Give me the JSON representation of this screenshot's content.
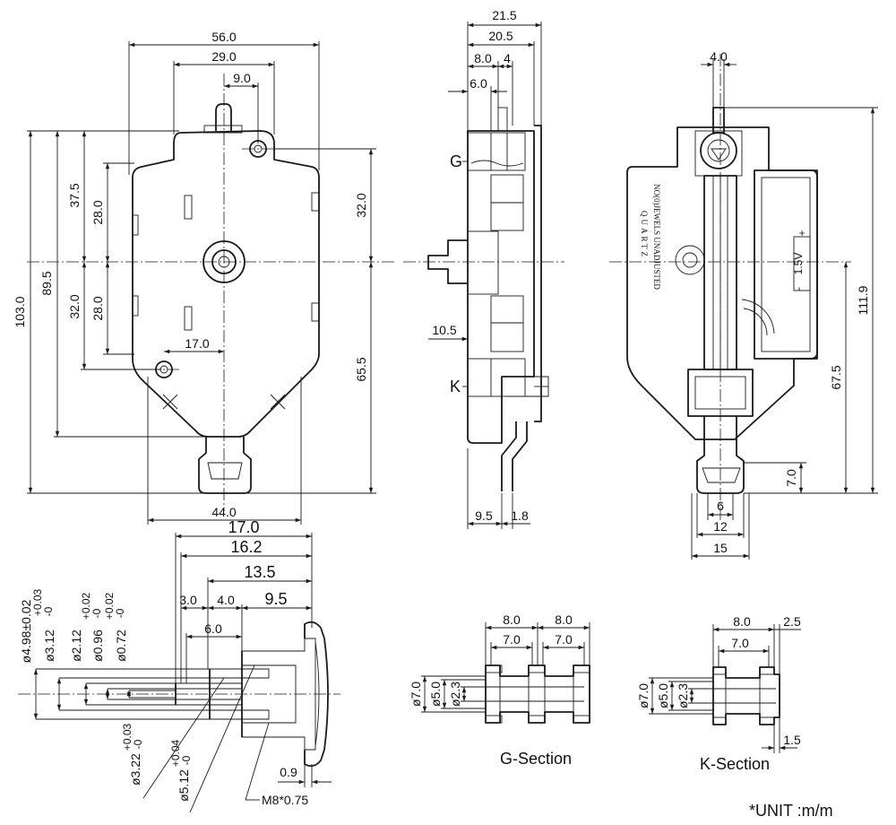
{
  "front": {
    "width_total": "56.0",
    "width_mid": "29.0",
    "shaft_off": "9.0",
    "h_total": "103.0",
    "h_body": "89.5",
    "h_upper": "37.5",
    "h_upper_in": "28.0",
    "h_lower": "32.0",
    "h_lower_in": "28.0",
    "hole_off": "17.0",
    "base_w": "44.0",
    "right_upper": "32.0",
    "right_lower": "65.5"
  },
  "side": {
    "d215": "21.5",
    "d205": "20.5",
    "d80": "8.0",
    "d4": "4",
    "d60": "6.0",
    "d105": "10.5",
    "d95": "9.5",
    "d18": "1.8",
    "label_g": "G",
    "label_k": "K"
  },
  "back": {
    "top_w": "4.0",
    "h_total": "111.9",
    "h_lower": "67.5",
    "d7": "7.0",
    "d6": "6",
    "d12": "12",
    "d15": "15",
    "text_quartz": "QUARTZ",
    "text_nojewels": "NO(0)JEWELS UNADJUSTED",
    "text_voltage": "1.5V",
    "text_minus": "-",
    "text_plus": "+"
  },
  "shaft": {
    "d170": "17.0",
    "d162": "16.2",
    "d135": "13.5",
    "d30": "3.0",
    "d40": "4.0",
    "d95": "9.5",
    "d60": "6.0",
    "d09": "0.9",
    "m8": "M8*0.75",
    "dia_498": "ø4.98±0.02",
    "dia_312": "ø3.12",
    "tol_312": "+0.03",
    "tol_312b": "-0",
    "dia_212": "ø2.12",
    "dia_096": "ø0.96",
    "tol_096": "+0.02",
    "tol_096b": "-0",
    "dia_072": "ø0.72",
    "tol_072": "+0.02",
    "tol_072b": "-0",
    "dia_322": "ø3.22",
    "tol_322": "+0.03",
    "tol_322b": "-0",
    "dia_512": "ø5.12",
    "tol_512": "+0.04",
    "tol_512b": "-0"
  },
  "gsec": {
    "title": "G-Section",
    "w1": "8.0",
    "w2": "8.0",
    "i1": "7.0",
    "i2": "7.0",
    "d70": "ø7.0",
    "d50": "ø5.0",
    "d23": "ø2.3"
  },
  "ksec": {
    "title": "K-Section",
    "w": "8.0",
    "i": "7.0",
    "d25": "2.5",
    "d15": "1.5",
    "d70": "ø7.0",
    "d50": "ø5.0",
    "d23": "ø2.3"
  },
  "unit": "*UNIT  :m/m"
}
